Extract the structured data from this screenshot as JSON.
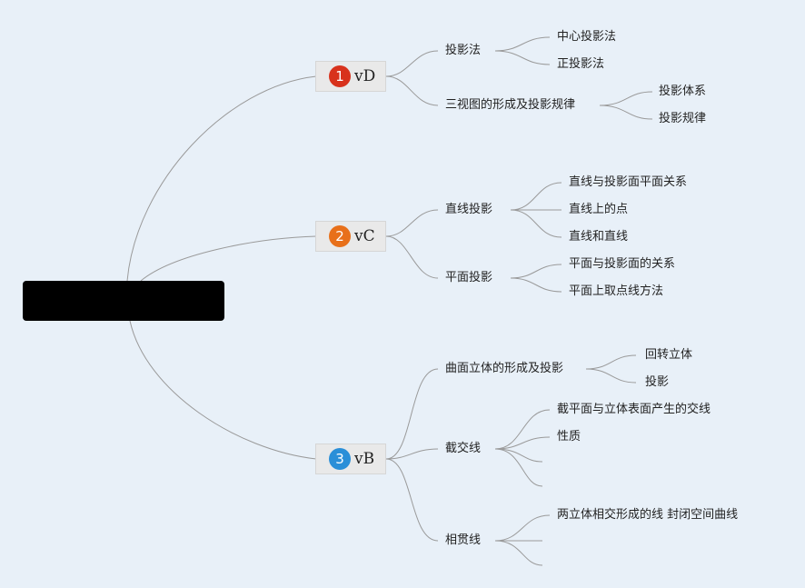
{
  "colors": {
    "background": "#e8f0f8",
    "root": "#000000",
    "line": "#9a9a9a",
    "badge_1": "#d8321c",
    "badge_2": "#e8701a",
    "badge_3": "#2a8fd8"
  },
  "branches": [
    {
      "number": "1",
      "label": "vD",
      "topics": [
        {
          "label": "投影法",
          "children": [
            "中心投影法",
            "正投影法"
          ]
        },
        {
          "label": "三视图的形成及投影规律",
          "children": [
            "投影体系",
            "投影规律"
          ]
        }
      ]
    },
    {
      "number": "2",
      "label": "vC",
      "topics": [
        {
          "label": "直线投影",
          "children": [
            "直线与投影面平面关系",
            "直线上的点",
            "直线和直线"
          ]
        },
        {
          "label": "平面投影",
          "children": [
            "平面与投影面的关系",
            "平面上取点线方法"
          ]
        }
      ]
    },
    {
      "number": "3",
      "label": "vB",
      "topics": [
        {
          "label": "曲面立体的形成及投影",
          "children": [
            "回转立体",
            "投影"
          ]
        },
        {
          "label": "截交线",
          "children": [
            "截平面与立体表面产生的交线",
            "性质",
            "",
            ""
          ]
        },
        {
          "label": "相贯线",
          "children": [
            "两立体相交形成的线 封闭空间曲线",
            "",
            ""
          ]
        }
      ]
    }
  ]
}
